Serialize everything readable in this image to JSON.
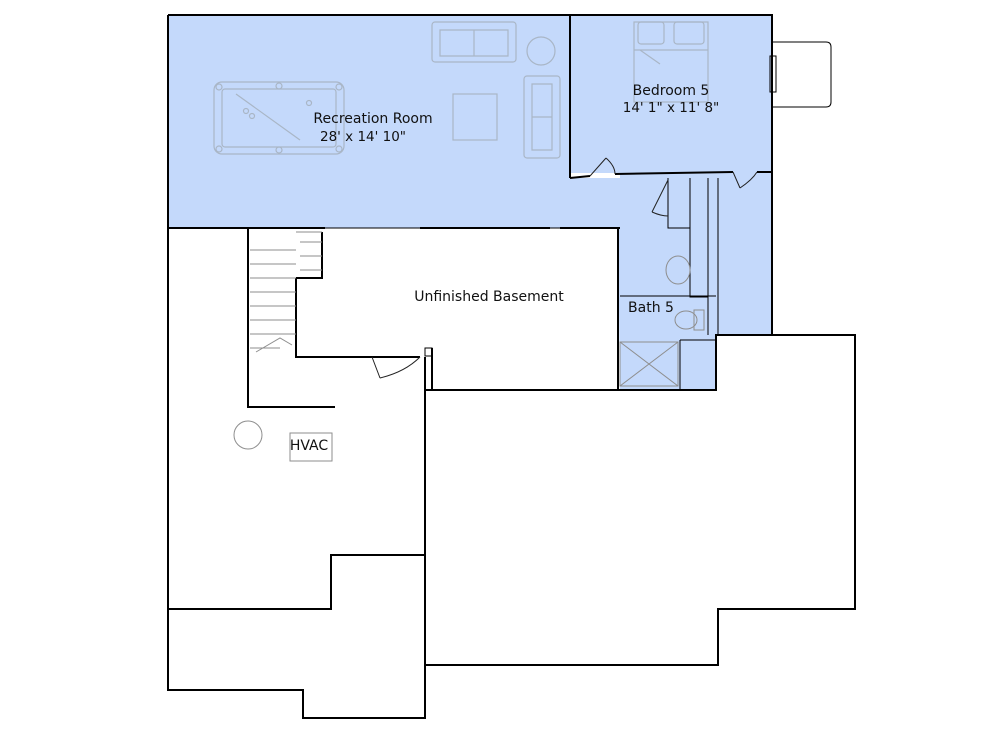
{
  "colors": {
    "finished_fill": "#c4d9fb",
    "wall": "#000000",
    "furniture": "#a9b6c6",
    "background": "#ffffff"
  },
  "rooms": {
    "recreation": {
      "name": "Recreation Room",
      "dims": "28' x 14' 10\""
    },
    "bedroom": {
      "name": "Bedroom 5",
      "dims": "14' 1\" x 11' 8\""
    },
    "unfinished": {
      "name": "Unfinished Basement"
    },
    "bath": {
      "name": "Bath 5"
    },
    "hvac": {
      "name": "HVAC"
    }
  },
  "icons": {
    "pool_table": "pool-table-icon",
    "sofa": "sofa-icon",
    "bed": "bed-icon",
    "toilet": "toilet-icon",
    "shower": "shower-icon",
    "water_heater": "water-heater-icon",
    "stairs": "stairs-icon"
  }
}
